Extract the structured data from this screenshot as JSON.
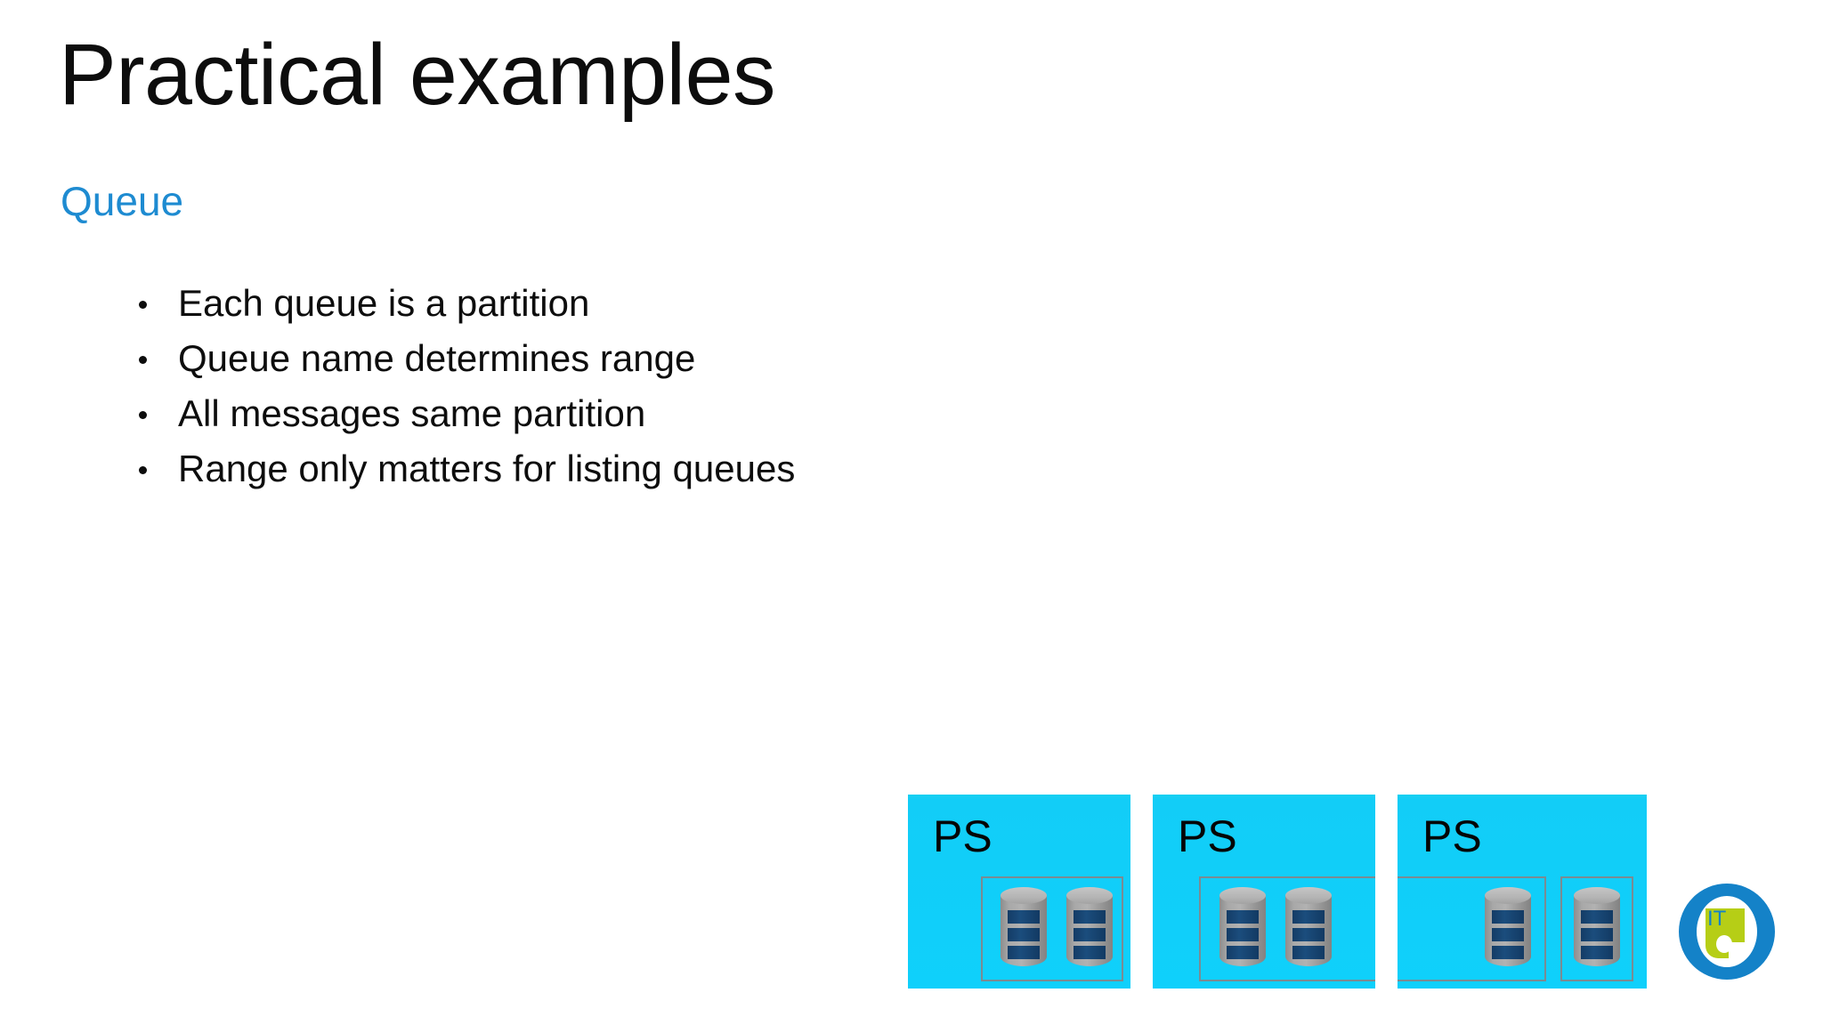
{
  "slide": {
    "title": "Practical examples",
    "subtitle": "Queue",
    "subtitle_color": "#1e8bd1",
    "background_color": "#ffffff",
    "bullets": [
      "Each queue is a partition",
      "Queue name determines range",
      "All messages same partition",
      "Range only matters for listing queues"
    ]
  },
  "diagram": {
    "name": "partition-server-diagram",
    "box_fill_color": "#12cdf7",
    "group_outline_color": "#7a8b93",
    "cylinder_body_color": "#a8a8a8",
    "cylinder_band_color": "#123a63",
    "boxes": [
      {
        "label": "PS",
        "cylinders": 2
      },
      {
        "label": "PS",
        "cylinders": 2
      },
      {
        "label": "PS",
        "cylinders": 2
      }
    ],
    "groups": [
      {
        "name": "partition-group-1",
        "spans_boxes": [
          1
        ],
        "cylinders": 2
      },
      {
        "name": "partition-group-2",
        "spans_boxes": [
          2,
          3
        ],
        "cylinders": 3
      },
      {
        "name": "partition-group-3",
        "spans_boxes": [
          3
        ],
        "cylinders": 1
      }
    ]
  },
  "logo": {
    "name": "it-logo",
    "text": "IT",
    "ring_color": "#1482c8",
    "tag_color": "#b6ce16",
    "text_color": "#1482c8"
  }
}
